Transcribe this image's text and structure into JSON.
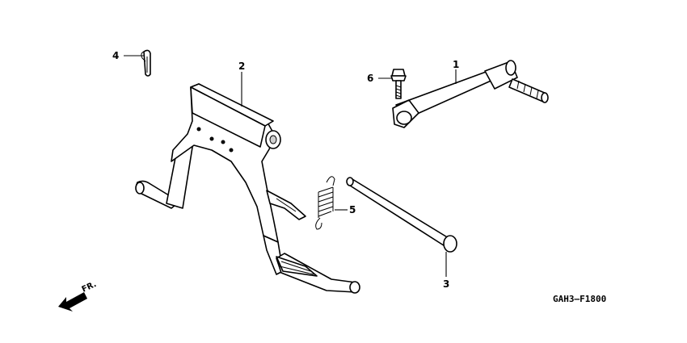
{
  "diagram": {
    "parts": [
      {
        "id": "kick-arm",
        "callout": "1"
      },
      {
        "id": "main-stand",
        "callout": "2"
      },
      {
        "id": "stand-shaft",
        "callout": "3"
      },
      {
        "id": "cotter-pin",
        "callout": "4"
      },
      {
        "id": "return-spring",
        "callout": "5"
      },
      {
        "id": "flange-bolt",
        "callout": "6"
      }
    ],
    "front_indicator": "FR.",
    "diagram_code": "GAH3–F1800"
  }
}
